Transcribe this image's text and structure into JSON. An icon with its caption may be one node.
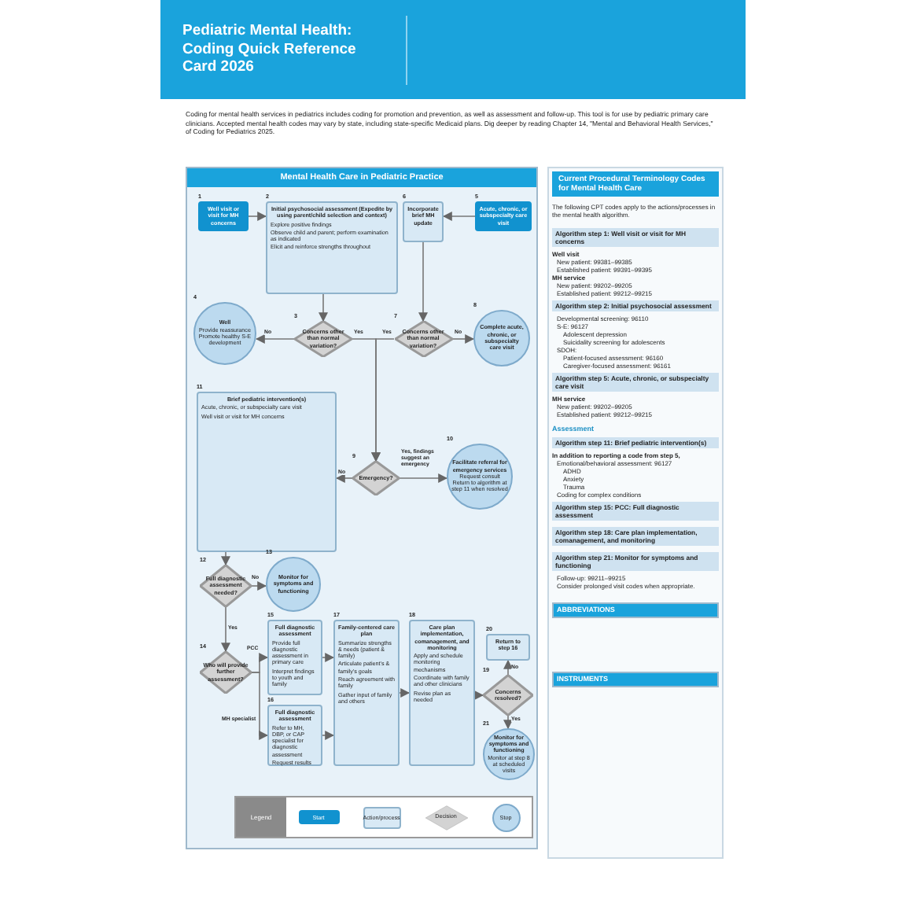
{
  "diagram": {
    "title": "Pediatric Mental Health: Coding Quick Reference Card 2026",
    "nodes": [
      {
        "text": [
          "Mental Health Care in Pediatric Practice"
        ]
      },
      {
        "text": [
          "Well visit or visit for MH concerns"
        ],
        "in": 0,
        "beside": [
          "1"
        ]
      },
      {
        "text": [
          "Initial psychosocial assessment (Expedite by using parent/child selection and context)",
          "Explore positive findings",
          "Observe child and parent; perform examination as indicated",
          "Elicit and reinforce strengths throughout"
        ],
        "in": 0,
        "beside": [
          "2"
        ]
      },
      {
        "text": [
          "Incorporate brief MH update"
        ],
        "in": 0,
        "beside": [
          "6"
        ]
      },
      {
        "text": [
          "Acute, chronic, or subspecialty care visit"
        ],
        "in": 0,
        "beside": [
          "5"
        ]
      },
      {
        "text": [
          "Well",
          "Provide reassurance",
          "Promote healthy S-E development"
        ],
        "in": 0,
        "beside": [
          "4"
        ]
      },
      {
        "text": [
          "Concerns other than normal variation?"
        ],
        "in": 0,
        "beside": [
          "3"
        ]
      },
      {
        "text": [
          "Concerns other than normal variation?"
        ],
        "in": 0,
        "beside": [
          "7"
        ]
      },
      {
        "text": [
          "Complete acute, chronic, or subspecialty care visit"
        ],
        "in": 0,
        "beside": [
          "8"
        ]
      },
      {
        "text": [
          "Brief pediatric intervention(s)",
          "Acute, chronic, or subspecialty care visit",
          "Well visit or visit for MH concerns"
        ],
        "in": 0,
        "beside": [
          "11"
        ]
      },
      {
        "text": [
          "Emergency?"
        ],
        "in": 0,
        "beside": [
          "9"
        ]
      },
      {
        "text": [
          "Facilitate referral for emergency services",
          "Request consult",
          "Return to algorithm at step 11 when resolved"
        ],
        "in": 0,
        "beside": [
          "10"
        ]
      },
      {
        "text": [
          "Full diagnostic assessment needed?"
        ],
        "in": 0,
        "beside": [
          "12"
        ]
      },
      {
        "text": [
          "Monitor for symptoms and functioning"
        ],
        "in": 0,
        "beside": [
          "13"
        ]
      },
      {
        "text": [
          "Full diagnostic assessment",
          "Provide full diagnostic assessment in primary care",
          "Interpret findings to youth and family"
        ],
        "in": 0,
        "beside": [
          "15"
        ]
      },
      {
        "text": [
          "Family-centered care plan",
          "Summarize strengths & needs (patient & family)",
          "Articulate patient's & family's goals",
          "Reach agreement with family",
          "Gather input of family and others"
        ],
        "in": 0,
        "beside": [
          "17"
        ]
      },
      {
        "text": [
          "Care plan implementation, comanagement, and monitoring",
          "Apply and schedule monitoring mechanisms",
          "Coordinate with family and other clinicians",
          "Revise plan as needed"
        ],
        "in": 0,
        "beside": [
          "18"
        ]
      },
      {
        "text": [
          "Return to step 16"
        ],
        "in": 0,
        "beside": [
          "20"
        ]
      },
      {
        "text": [
          "Who will provide further assessment?"
        ],
        "in": 0,
        "beside": [
          "14"
        ]
      },
      {
        "text": [
          "Concerns resolved?"
        ],
        "in": 0,
        "beside": [
          "19"
        ]
      },
      {
        "text": [
          "Full diagnostic assessment",
          "Refer to MH, DBP, or CAP specialist for diagnostic assessment",
          "Request results"
        ],
        "in": 0,
        "beside": [
          "16"
        ]
      },
      {
        "text": [
          "Monitor for symptoms and functioning",
          "Monitor at step 8 at scheduled visits"
        ],
        "in": 0,
        "beside": [
          "21"
        ]
      }
    ],
    "edges": [
      {
        "from": 1,
        "to": 2,
        "arrow": "to"
      },
      {
        "from": 4,
        "to": 3,
        "arrow": "to"
      },
      {
        "from": 2,
        "to": 6,
        "arrow": "to"
      },
      {
        "from": 3,
        "to": 7,
        "arrow": "to"
      },
      {
        "from": 6,
        "to": 5,
        "arrow": "to",
        "label": "No"
      },
      {
        "from": 6,
        "to": 10,
        "arrow": "to",
        "label": "Yes"
      },
      {
        "from": 7,
        "to": 8,
        "arrow": "to",
        "label": "No"
      },
      {
        "from": 7,
        "to": 10,
        "arrow": "to",
        "label": "Yes"
      },
      {
        "from": 10,
        "to": 9,
        "arrow": "to",
        "label": "No"
      },
      {
        "from": 10,
        "to": 11,
        "arrow": "to",
        "label": "Yes, findings suggest an emergency"
      },
      {
        "from": 9,
        "to": 12,
        "arrow": "to"
      },
      {
        "from": 12,
        "to": 13,
        "arrow": "to",
        "label": "No"
      },
      {
        "from": 12,
        "to": 18,
        "arrow": "to",
        "label": "Yes"
      },
      {
        "from": 18,
        "to": 14,
        "arrow": "to",
        "label": "PCC"
      },
      {
        "from": 18,
        "to": 20,
        "arrow": "to",
        "label": "MH specialist"
      },
      {
        "from": 14,
        "to": 15,
        "arrow": "to"
      },
      {
        "from": 20,
        "to": 15,
        "arrow": "to"
      },
      {
        "from": 15,
        "to": 16,
        "arrow": "to"
      },
      {
        "from": 16,
        "to": 19,
        "arrow": "to"
      },
      {
        "from": 19,
        "to": 17,
        "arrow": "to",
        "label": "No"
      },
      {
        "from": 19,
        "to": 21,
        "arrow": "to",
        "label": "Yes"
      }
    ],
    "labels": [
      "Coding for mental health services in pediatrics includes coding for promotion and prevention, as well as assessment and follow-up. This tool is for use by pediatric primary care clinicians. Accepted mental health codes may vary by state, including state-specific Medicaid plans. Dig deeper by reading Chapter 14, \"Mental and Behavioral Health Services,\" of Coding for Pediatrics 2025.",
      "Legend",
      "Current Procedural Terminology Codes for Mental Health Care",
      "The following CPT codes apply to the actions/processes in the mental health algorithm.",
      "Algorithm step 1: Well visit or visit for MH concerns",
      "Well visit",
      "New patient: 99381–99385",
      "Established patient: 99391–99395",
      "MH service",
      "New patient: 99202–99205",
      "Established patient: 99212–99215",
      "Algorithm step 2: Initial psychosocial assessment",
      "Developmental screening: 96110",
      "S-E: 96127",
      "Adolescent depression",
      "Suicidality screening for adolescents",
      "SDOH:",
      "Patient-focused assessment: 96160",
      "Caregiver-focused assessment: 96161",
      "Algorithm step 5: Acute, chronic, or subspecialty care visit",
      "MH service",
      "New patient: 99202–99205",
      "Established patient: 99212–99215",
      "Assessment",
      "Algorithm step 11: Brief pediatric intervention(s)",
      "In addition to reporting a code from step 5,",
      "Emotional/behavioral assessment: 96127",
      "ADHD",
      "Anxiety",
      "Trauma",
      "Coding for complex conditions",
      "Algorithm step 15: PCC: Full diagnostic assessment",
      "Algorithm step 18: Care plan implementation, comanagement, and monitoring",
      "Algorithm step 21: Monitor for symptoms and functioning",
      "Follow-up: 99211–99215",
      "Consider prolonged visit codes when appropriate.",
      "ABBREVIATIONS",
      "INSTRUMENTS"
    ],
    "legend": [
      {
        "text": "Start"
      },
      {
        "text": "Action/process"
      },
      {
        "text": "Decision"
      },
      {
        "text": "Stop"
      }
    ]
  }
}
